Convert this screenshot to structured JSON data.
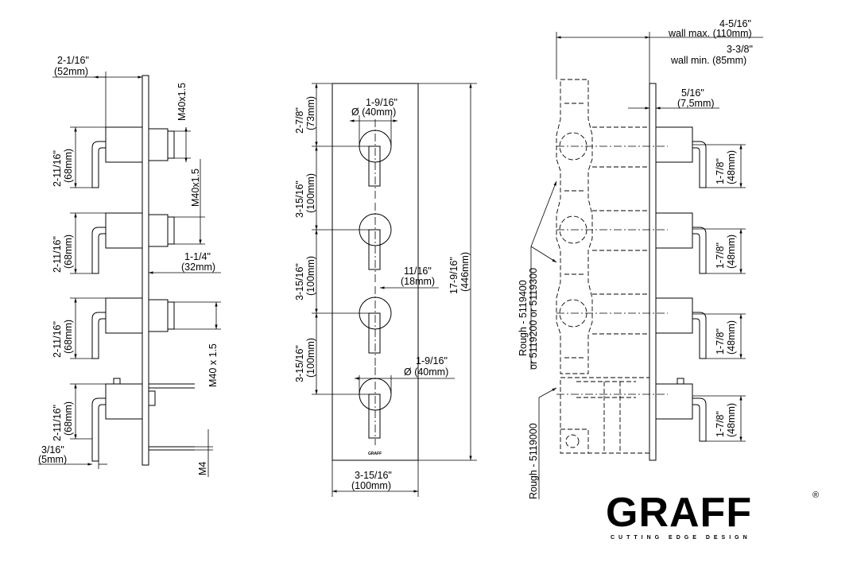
{
  "left_view": {
    "top_width": "2-1/16\"",
    "top_width_mm": "(52mm)",
    "thread_1": "M40x1.5",
    "thread_2": "M40x1.5",
    "thread_3": "M40 x 1.5",
    "spacing": [
      "2-11/16\"",
      "2-11/16\"",
      "2-11/16\"",
      "2-11/16\""
    ],
    "spacing_mm": [
      "(68mm)",
      "(68mm)",
      "(68mm)",
      "(68mm)"
    ],
    "depth": "1-1/4\"",
    "depth_mm": "(32mm)",
    "plate": "3/16\"",
    "plate_mm": "(5mm)",
    "screw": "M4"
  },
  "front_view": {
    "top_offset": "2-7/8\"",
    "top_offset_mm": "(73mm)",
    "knob_dia": "1-9/16\"",
    "knob_dia_mm": "Ø (40mm)",
    "knob_dia2": "1-9/16\"",
    "knob_dia2_mm": "Ø (40mm)",
    "pitch": [
      "3-15/16\"",
      "3-15/16\"",
      "3-15/16\""
    ],
    "pitch_mm": [
      "(100mm)",
      "(100mm)",
      "(100mm)"
    ],
    "lever_offset": "11/16\"",
    "lever_offset_mm": "(18mm)",
    "total_height": "17-9/16\"",
    "total_height_mm": "(446mm)",
    "width": "3-15/16\"",
    "width_mm": "(100mm)",
    "brand_mark": "GRAFF"
  },
  "right_view": {
    "wall_max": "4-5/16\"",
    "wall_max_mm": "wall max. (110mm)",
    "wall_min": "3-3/8\"",
    "wall_min_mm": "wall min. (85mm)",
    "plate": "5/16\"",
    "plate_mm": "(7,5mm)",
    "spacing": [
      "1-7/8\"",
      "1-7/8\"",
      "1-7/8\"",
      "1-7/8\""
    ],
    "spacing_mm": [
      "(48mm)",
      "(48mm)",
      "(48mm)",
      "(48mm)"
    ],
    "rough_1": "Rough - 5119400",
    "rough_1b": "or 5119200 or 5119300",
    "rough_2": "Rough - 5119000"
  },
  "logo": {
    "name": "GRAFF",
    "registered": "®",
    "tagline": "CUTTING EDGE DESIGN"
  }
}
